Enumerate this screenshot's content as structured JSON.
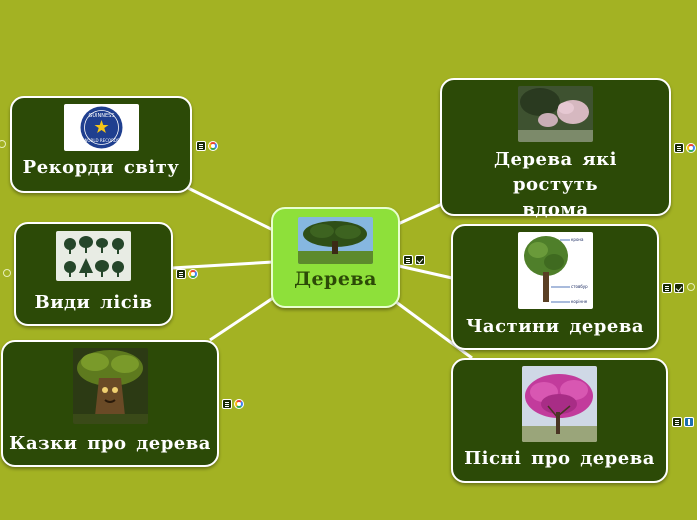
{
  "map": {
    "center": {
      "label": "Дерева"
    },
    "topics": [
      {
        "label": "Рекорди світу"
      },
      {
        "label": "Види лісів"
      },
      {
        "label": "Казки про дерева"
      },
      {
        "label": "Дерева які ростуть вдома"
      },
      {
        "label": "Частини дерева"
      },
      {
        "label": "Пісні про дерева"
      }
    ],
    "diagram_labels": {
      "crown": "крона",
      "trunk": "стовбур",
      "roots": "корінне"
    },
    "logo_text": {
      "top": "GUINNESS",
      "bottom": "WORLD RECORDS"
    }
  },
  "colors": {
    "background": "#a3b223",
    "node_fill": "#2c4a07",
    "center_fill": "#8ee03a",
    "link": "#ffffff"
  }
}
